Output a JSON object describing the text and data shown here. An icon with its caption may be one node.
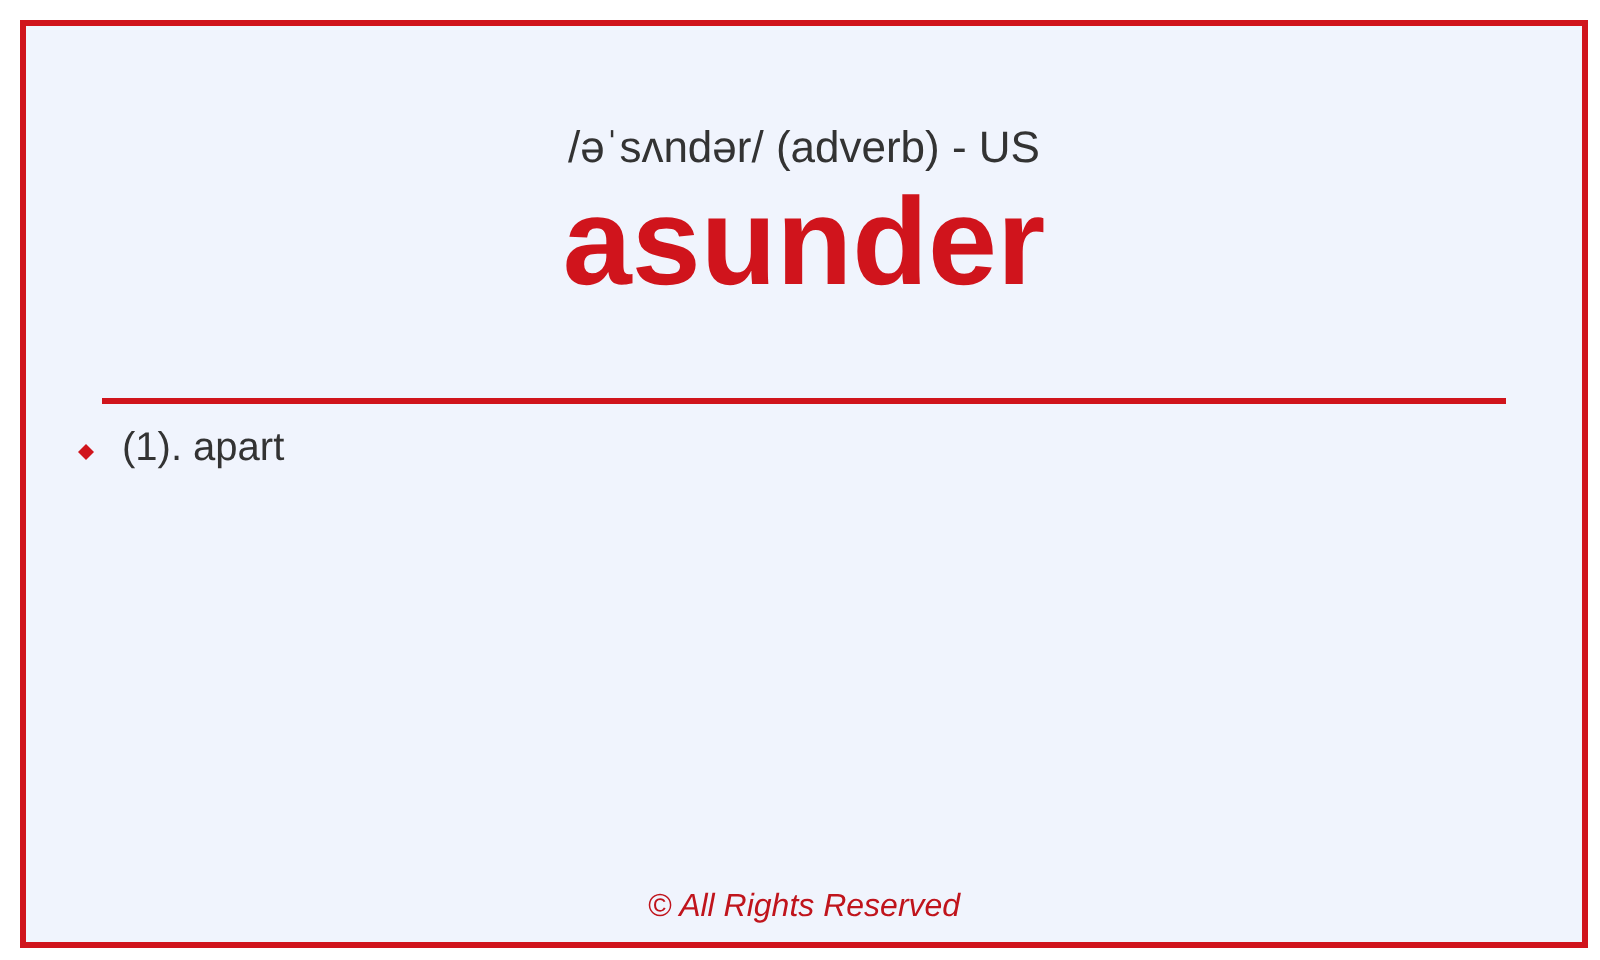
{
  "diagram": {
    "title": "asunder",
    "labels": [
      "/əˈsʌndər/ (adverb) - US",
      "(1). apart",
      "© All Rights Reserved"
    ]
  }
}
